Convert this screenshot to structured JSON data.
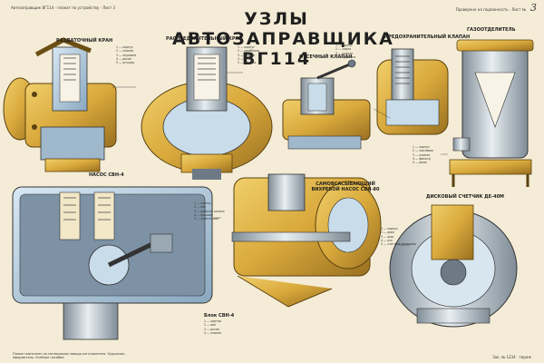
{
  "header": {
    "left_caption": "Автозаправщик ВГ114 · плакат по устройству · Лист 3",
    "right_caption": "Проверено на подлинность · Лист №",
    "title": "УЗЛЫ АВТОЗАПРАВЩИКА ВГ114",
    "sheet_mark": "3"
  },
  "labels": {
    "dispensing_valve": "РАЗДАТОЧНЫЙ КРАН",
    "distribution_valve": "РАСПРЕДЕЛИТЕЛЬНЫЙ КРАН",
    "shutoff_valve": "ОТСЕЧНЫЙ КЛАПАН",
    "safety_valve": "ПРЕДОХРАНИТЕЛЬНЫЙ КЛАПАН",
    "gas_separator": "ГАЗООТДЕЛИТЕЛЬ",
    "pump_svn": "НАСОС СВН-4",
    "self_priming_pump": "САМОВСАСЫВАЮЩИЙ ВИХРЕВОЙ НАСОС СВН-80",
    "disc_meter": "ДИСКОВЫЙ СЧЕТЧИК ДЕ-40М",
    "pump_block": "Блок СВН-4"
  },
  "legends": {
    "l1": [
      "1 — корпус",
      "2 — клапан",
      "3 — пружина",
      "4 — рычаг",
      "5 — штуцер"
    ],
    "l2": [
      "1 — корпус",
      "2 — мембрана",
      "3 — клапан",
      "4 — шток",
      "5 — крышка"
    ],
    "l3": [
      "1 — корпус",
      "2 — седло",
      "3 — клапан",
      "4 — пружина"
    ],
    "l4": [
      "1 — корпус",
      "2 — поплавок",
      "3 — клапан",
      "4 — фильтр",
      "5 — рама"
    ],
    "l5": [
      "1 — корпус",
      "2 — вал",
      "3 — рабочее колесо",
      "4 — крышка",
      "5 — уплотнение"
    ],
    "l6": [
      "1 — корпус",
      "2 — диск",
      "3 — шар",
      "4 — ось",
      "5 — счетный механизм"
    ],
    "l7": [
      "1 — картер",
      "2 — вал",
      "3 — рычаг",
      "4 — клапан"
    ]
  },
  "footer": {
    "left": "Плакат выполнен по материалам завода-изготовителя. Художник-оформитель. Учебное пособие.",
    "right": "Зак. № 1234 · тираж"
  },
  "colors": {
    "paper": "#f4ecd6",
    "brass": "#d9a93c",
    "brass_dark": "#8a6418",
    "steel_blue": "#9fb8cc",
    "section_blue": "#c8dcea",
    "cast_iron": "#6d7a86",
    "ink": "#1f1f1f"
  }
}
